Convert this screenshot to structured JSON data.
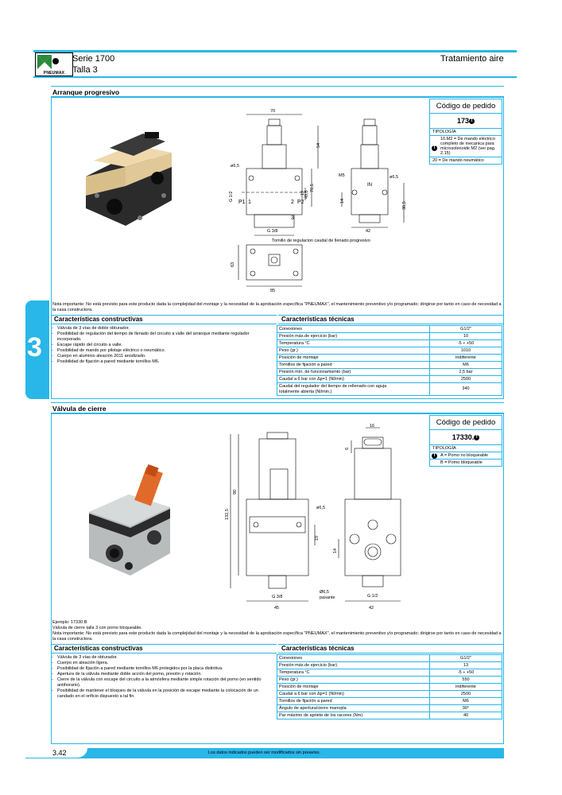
{
  "header": {
    "series": "Serie 1700",
    "size": "Talla 3",
    "category": "Tratamiento aire",
    "logo_text": "PNEUMAX",
    "chapter_number": "3"
  },
  "section1": {
    "title": "Arranque progresivo",
    "order": {
      "heading": "Código de pedido",
      "code": "173",
      "code_marker": "T",
      "type_label": "TIPOLOGÍA",
      "options": [
        "10.M2 = De mando eléctrico completo de mecanica para microsolenoide M2 (ver pag. 2.15)",
        "20 = De mando neumático"
      ]
    },
    "drawing": {
      "dim_70": "70",
      "dim_54": "54",
      "dim_70_5": "70,5",
      "dim_49_5": "49,5",
      "dim_19": "19",
      "dim_6_5a": "ø6,5",
      "dim_g12": "G 1/2",
      "port_p1": "P1",
      "port_1": "1",
      "port_2": "2",
      "port_p2": "P2",
      "port_3": "3",
      "dim_g38": "G 3/8",
      "dim_m5": "M5",
      "dim_6_5b": "ø6,5",
      "dim_in": "IN",
      "dim_14": "14",
      "dim_30_5": "30,5",
      "dim_42": "42",
      "screw_label": "Tornillo de regulacion caudal de llenado progresivo",
      "dim_63": "63",
      "dim_85": "85"
    },
    "note": "Nota importante: No está previsto para este producto dada la complejidad del montaje y la necesidad de la aprobación específica \"PNEUMAX\", el mantenimiento preventivo y/o programado; dirigirse por tanto en caso de necesidad a la casa constructora.",
    "constructive_title": "Características constructivas",
    "constructive": [
      "Válvula de 3 vías de doble obturador.",
      "Posibilidad de regulación del tiempo de llenado del circuito a valle del arranque mediante regulador incorporado.",
      "Escape rápido del circuito a valle.",
      "Posibilidad de mando por pilotaje eléctrico o neumático.",
      "Cuerpo en aluminio aleación 2011 anodizado.",
      "Posibilidad de fijación a pared mediante tornillos M6."
    ],
    "technical_title": "Características técnicas",
    "technical": [
      [
        "Conexiones",
        "G1/2\""
      ],
      [
        "Presión máx.de ejercicio (bar)",
        "10"
      ],
      [
        "Temperatura °C",
        "-5 ÷ +50"
      ],
      [
        "Peso (gr.)",
        "1010"
      ],
      [
        "Posición de montaje",
        "indiferente"
      ],
      [
        "Tornillos de fijación a pared",
        "M6"
      ],
      [
        "Presión mín. de funcionamiento (bar)",
        "2,5 bar"
      ],
      [
        "Caudal a 6 bar con Δp=1 (Nl/min)",
        "2500"
      ],
      [
        "Caudal del regulador del tiempo de rellenado con aguja totalmente abierta (Nl/min.)",
        "340"
      ]
    ]
  },
  "section2": {
    "title": "Válvula de cierre",
    "order": {
      "heading": "Código de pedido",
      "code": "17330.",
      "code_marker": "T",
      "type_label": "TIPOLOGÍA",
      "options": [
        "A = Pomo no bloqueable",
        "B = Pomo bloqueable"
      ]
    },
    "drawing": {
      "dim_16": "16",
      "dim_6": "6",
      "dim_90": "90",
      "dim_132_5": "132,5",
      "dim_6_5": "ø6,5",
      "dim_19": "19",
      "dim_14": "14",
      "dim_g38": "G 3/8",
      "dim_45": "45",
      "dim_hole": "Ø6,5",
      "dim_pasante": "pasante",
      "dim_g12": "G 1/2",
      "dim_42": "42"
    },
    "example_lines": [
      "Ejemplo: 17330.B",
      "Válvula de cierre talla 3 con pomo bloqueable."
    ],
    "note": "Nota importante: No está previsto para este producto dada la complejidad del montaje y la necesidad de la aprobación específica \"PNEUMAX\", el mantenimiento preventivo y/o programado; dirigirse por tanto en caso de necesidad a la casa constructora.",
    "constructive_title": "Características constructivas",
    "constructive": [
      "Válvula de 3 vías de obturador.",
      "Cuerpo en aleación ligera.",
      "Posibilidad de fijación a pared mediante tornillos M6 protegidos por la placa distintiva.",
      "Apertura de la válvula mediante doble acción del pomo, presión y rotación.",
      "Cierre de la válvula con escape del circuito a la atmósfera mediante simple rotación del pomo (en sentido antihorario).",
      "Posibilidad de mantener el bloqueo de la válvula en la posición de escape mediante la colocación de un candado en el orificio dispuesto a tal fin."
    ],
    "technical_title": "Características técnicas",
    "technical": [
      [
        "Conexiones",
        "G1/2\""
      ],
      [
        "Presión máx.de ejercicio (bar)",
        "13"
      ],
      [
        "Temperatura °C",
        "-5 ÷ +50"
      ],
      [
        "Peso (gr.)",
        "550"
      ],
      [
        "Posición de montaje",
        "indiferente"
      ],
      [
        "Caudal a 6 bar con Δp=1 (Nl/min)",
        "2500"
      ],
      [
        "Tornillos de fijación a pared",
        "M6"
      ],
      [
        "Ángulo de apertura/cierre manopla",
        "90°"
      ],
      [
        "Par máximo de apriete de los racores (Nm)",
        "40"
      ]
    ]
  },
  "footer": {
    "page": "3.42",
    "text": "Los datos indicados pueden ser modificados sin preaviso."
  },
  "colors": {
    "accent": "#29b6e8"
  }
}
